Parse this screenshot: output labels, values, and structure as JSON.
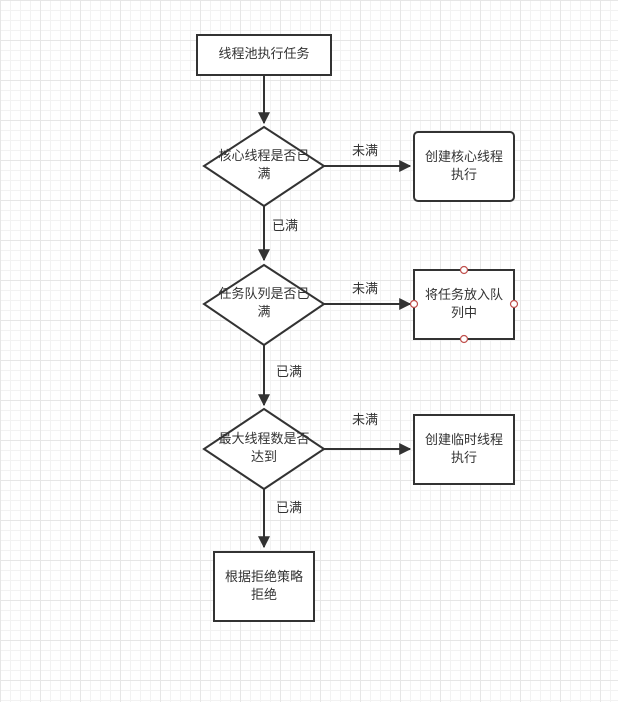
{
  "nodes": {
    "start": "线程池执行任务",
    "check_core": "核心线程是否已满",
    "create_core": "创建核心线程执行",
    "check_queue": "任务队列是否已满",
    "enqueue": "将任务放入队列中",
    "check_max": "最大线程数是否达到",
    "create_temp": "创建临时线程执行",
    "reject": "根据拒绝策略拒绝"
  },
  "edges": {
    "core_not_full": "未满",
    "core_full": "已满",
    "queue_not_full": "未满",
    "queue_full": "已满",
    "max_not_reached": "未满",
    "max_reached": "已满"
  }
}
